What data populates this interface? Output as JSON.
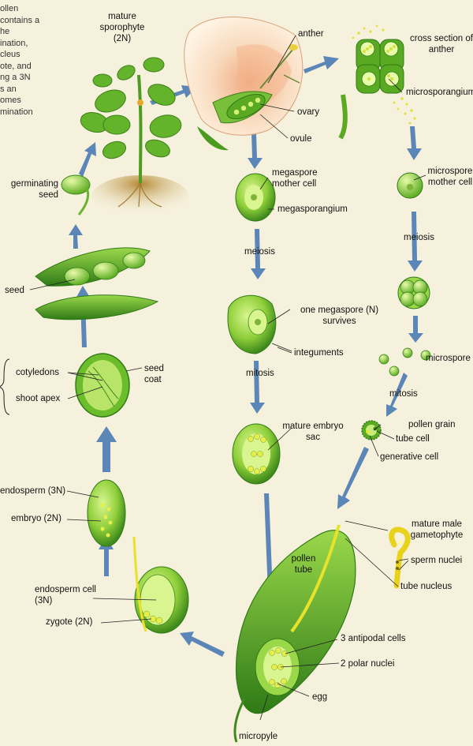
{
  "colors": {
    "background": "#f6f1dc",
    "cell_green": "#8fcf3a",
    "cell_light": "#c8ec7a",
    "dark_green": "#3f8a1c",
    "arrow_blue": "#5b86b8",
    "petal": "#f7d9b8",
    "pollen_yellow": "#e8e22a",
    "soil": "#c9a14a"
  },
  "caption_fragment": [
    "ollen",
    "contains a",
    "he",
    "ination,",
    "cleus",
    "ote, and",
    "ng a 3N",
    "s an",
    "omes",
    "mination"
  ],
  "labels": {
    "mature_sporophyte": "mature sporophyte (2N)",
    "anther": "anther",
    "cross_section_of_anther": "cross section of anther",
    "microsporangium": "microsporangium",
    "ovary": "ovary",
    "ovule": "ovule",
    "germinating_seed": "germinating seed",
    "megaspore_mother_cell": "megaspore mother cell",
    "megasporangium": "megasporangium",
    "microspore_mother_cell": "microspore mother cell",
    "meiosis_left": "meiosis",
    "meiosis_right": "meiosis",
    "seed": "seed",
    "one_megaspore_survives": "one megaspore (N) survives",
    "integuments": "integuments",
    "microspore": "microspore (",
    "cotyledons": "cotyledons",
    "shoot_apex": "shoot apex",
    "seed_coat": "seed coat",
    "mitosis_left": "mitosis",
    "mitosis_right": "mitosis",
    "pollen_grain": "pollen grain",
    "tube_cell": "tube cell",
    "generative_cell": "generative cell",
    "mature_embryo_sac": "mature embryo sac",
    "endosperm_3n": "endosperm (3N)",
    "embryo_2n": "embryo (2N)",
    "mature_male_gametophyte": "mature male gametophyte",
    "sperm_nuclei": "sperm nuclei",
    "tube_nucleus": "tube nucleus",
    "pollen_tube": "pollen tube",
    "endosperm_cell": "endosperm cell (3N)",
    "zygote": "zygote (2N)",
    "antipodal_cells": "3 antipodal cells",
    "polar_nuclei": "2 polar nuclei",
    "egg": "egg",
    "micropyle": "micropyle"
  }
}
